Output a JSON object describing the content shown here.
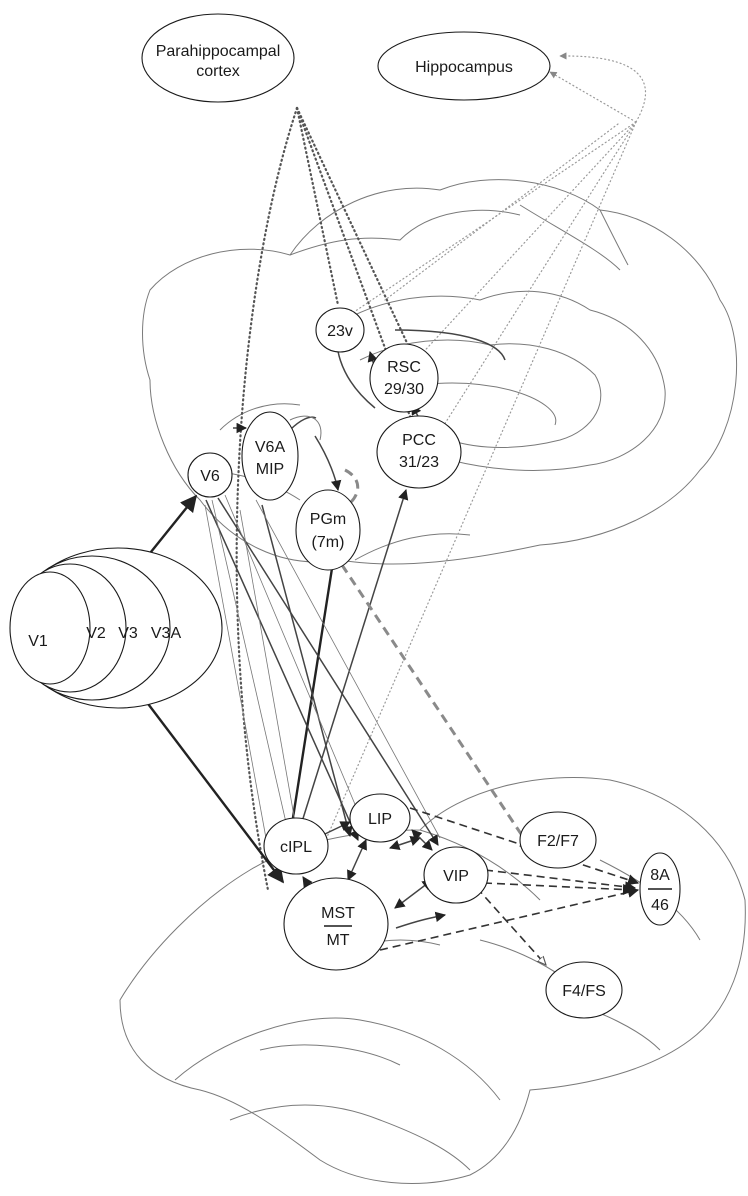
{
  "nodes": {
    "parahippocampal_line1": "Parahippocampal",
    "parahippocampal_line2": "cortex",
    "hippocampus": "Hippocampus",
    "v23": "23v",
    "rsc_line1": "RSC",
    "rsc_line2": "29/30",
    "pcc_line1": "PCC",
    "pcc_line2": "31/23",
    "v6": "V6",
    "v6a_line1": "V6A",
    "v6a_line2": "MIP",
    "pgm_line1": "PGm",
    "pgm_line2": "(7m)",
    "v1": "V1",
    "v2": "V2",
    "v3": "V3",
    "v3a": "V3A",
    "lip": "LIP",
    "cipl": "cIPL",
    "vip": "VIP",
    "mst": "MST",
    "mt": "MT",
    "f2f7": "F2/F7",
    "a8": "8A",
    "a46": "46",
    "f4f5": "F4/FS"
  }
}
